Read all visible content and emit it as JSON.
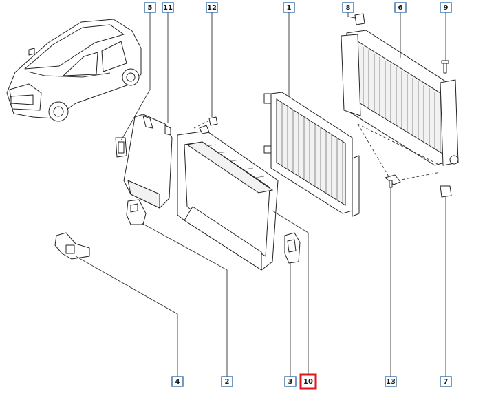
{
  "callouts": [
    {
      "id": "5",
      "highlight": false
    },
    {
      "id": "11",
      "highlight": false
    },
    {
      "id": "12",
      "highlight": false
    },
    {
      "id": "1",
      "highlight": false
    },
    {
      "id": "8",
      "highlight": false
    },
    {
      "id": "6",
      "highlight": false
    },
    {
      "id": "9",
      "highlight": false
    },
    {
      "id": "4",
      "highlight": false
    },
    {
      "id": "2",
      "highlight": false
    },
    {
      "id": "3",
      "highlight": false
    },
    {
      "id": "10",
      "highlight": true
    },
    {
      "id": "13",
      "highlight": false
    },
    {
      "id": "7",
      "highlight": false
    }
  ],
  "colors": {
    "callout_border": "#3a6ea5",
    "highlight_border": "#e0141e"
  }
}
